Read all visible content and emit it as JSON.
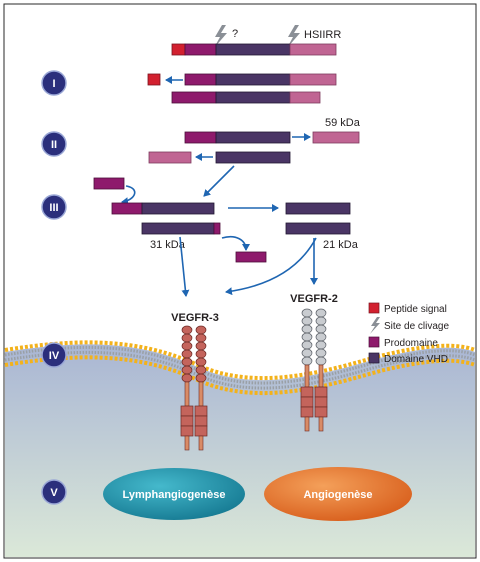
{
  "colors": {
    "peptide_signal": "#d2202f",
    "prodomaine": "#8e1a6c",
    "domaine_vhd": "#4a3565",
    "c_term": "#c06593",
    "arrow": "#1f66b2",
    "step_circle": "#2b2f7c",
    "lymph": "#1a8fa6",
    "angio": "#e26b25"
  },
  "labels": {
    "cleavage_unknown": "?",
    "cleavage_hsiirr": "HSIIRR",
    "kda_59": "59 kDa",
    "kda_31": "31 kDa",
    "kda_21": "21 kDa",
    "vegfr3": "VEGFR-3",
    "vegfr2": "VEGFR-2"
  },
  "steps": [
    "I",
    "II",
    "III",
    "IV",
    "V"
  ],
  "legend": [
    {
      "icon": "peptide-signal-swatch",
      "label": "Peptide signal"
    },
    {
      "icon": "lightning-icon",
      "label": "Site de clivage"
    },
    {
      "icon": "prodomaine-swatch",
      "label": "Prodomaine"
    },
    {
      "icon": "domaine-vhd-swatch",
      "label": "Domaine VHD"
    }
  ],
  "outcomes": {
    "lymph": "Lymphangiogenèse",
    "angio": "Angiogenèse"
  }
}
